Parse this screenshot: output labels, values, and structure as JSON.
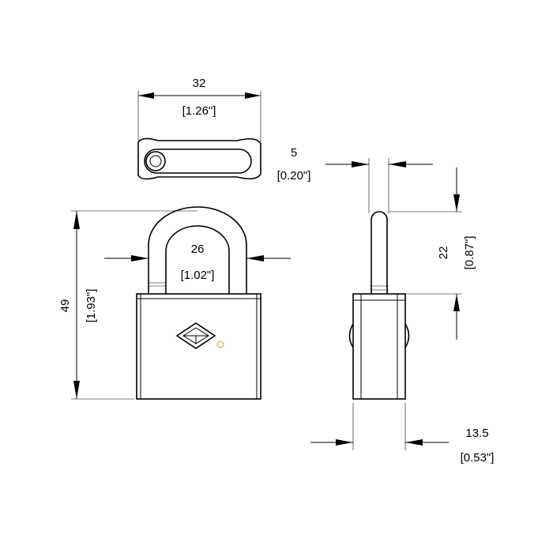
{
  "dimensions": {
    "top_width": {
      "value": "32",
      "imperial": "[1.26\"]"
    },
    "shackle_thickness": {
      "value": "5",
      "imperial": "[0.20\"]"
    },
    "shackle_inner_width": {
      "value": "26",
      "imperial": "[1.02\"]"
    },
    "overall_height": {
      "value": "49",
      "imperial": "[1.93\"]"
    },
    "shackle_clearance": {
      "value": "22",
      "imperial": "[0.87\"]"
    },
    "body_thickness": {
      "value": "13.5",
      "imperial": "[0.53\"]"
    }
  },
  "colors": {
    "line": "#000000",
    "logo_mark": "#d4a017"
  },
  "icons": {
    "brand_logo": "cube-diamond-icon",
    "registered_mark": "registered-icon"
  }
}
